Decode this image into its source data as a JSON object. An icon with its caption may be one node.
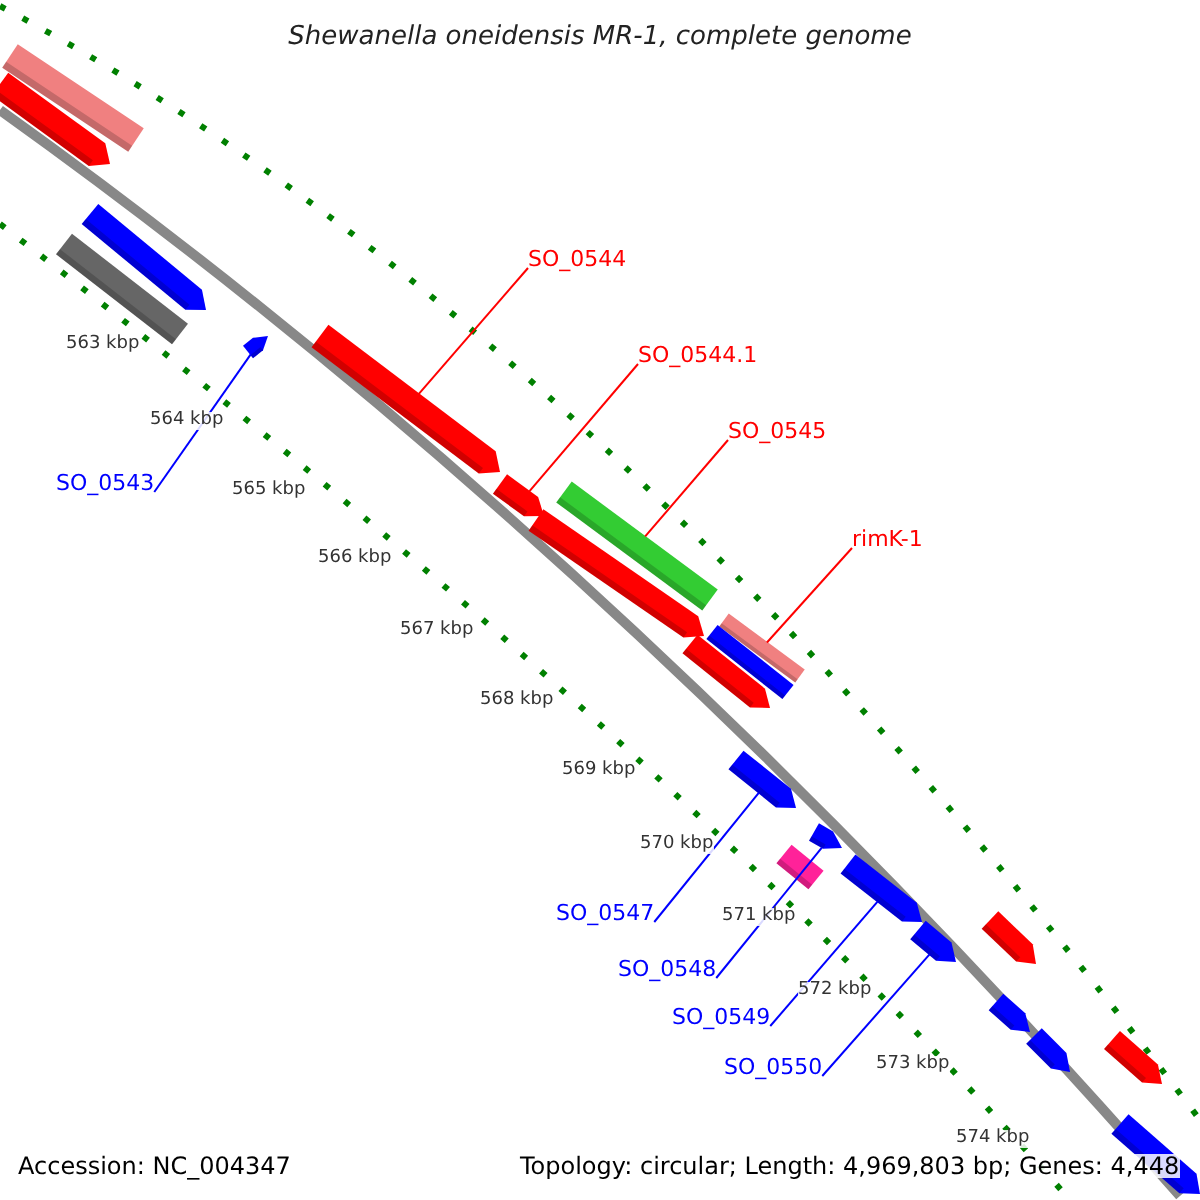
{
  "diagram": {
    "title": "Shewanella oneidensis MR-1, complete genome",
    "nodes": [
      {
        "text": [
          "SO_0544"
        ]
      },
      {
        "text": [
          "SO_0544.1"
        ]
      },
      {
        "text": [
          "SO_0545"
        ]
      },
      {
        "text": [
          "rimK-1"
        ]
      },
      {
        "text": [
          "SO_0543"
        ]
      },
      {
        "text": [
          "SO_0547"
        ]
      },
      {
        "text": [
          "SO_0548"
        ]
      },
      {
        "text": [
          "SO_0549"
        ]
      },
      {
        "text": [
          "SO_0550"
        ]
      },
      {
        "text": [],
        "shape": "bar"
      },
      {
        "text": [],
        "shape": "arrow"
      },
      {
        "text": [],
        "shape": "arrow"
      },
      {
        "text": [],
        "shape": "bar"
      },
      {
        "text": [],
        "shape": "arrow"
      },
      {
        "text": [],
        "shape": "arrow"
      },
      {
        "text": [],
        "shape": "arrow"
      },
      {
        "text": [],
        "shape": "bar"
      },
      {
        "text": [],
        "shape": "arrow"
      },
      {
        "text": [],
        "shape": "bar"
      },
      {
        "text": [],
        "shape": "bar"
      },
      {
        "text": [],
        "shape": "arrow"
      },
      {
        "text": [],
        "shape": "arrow"
      },
      {
        "text": [],
        "shape": "arrow"
      },
      {
        "text": [],
        "shape": "bar"
      },
      {
        "text": [],
        "shape": "arrow"
      },
      {
        "text": [],
        "shape": "arrow"
      },
      {
        "text": [],
        "shape": "arrow"
      },
      {
        "text": [],
        "shape": "arrow"
      },
      {
        "text": [],
        "shape": "arrow"
      },
      {
        "text": [],
        "shape": "arrow"
      },
      {
        "text": [],
        "shape": "arrow"
      }
    ],
    "edges": [
      {
        "from": 0,
        "to": 14,
        "arrow": "none",
        "color": "#ff0000"
      },
      {
        "from": 1,
        "to": 15,
        "arrow": "none",
        "color": "#ff0000"
      },
      {
        "from": 2,
        "to": 16,
        "arrow": "none",
        "color": "#ff0000"
      },
      {
        "from": 3,
        "to": 18,
        "arrow": "none",
        "color": "#ff0000"
      },
      {
        "from": 4,
        "to": 13,
        "arrow": "none",
        "color": "#0000ff"
      },
      {
        "from": 5,
        "to": 21,
        "arrow": "none",
        "color": "#0000ff"
      },
      {
        "from": 6,
        "to": 22,
        "arrow": "none",
        "color": "#0000ff"
      },
      {
        "from": 7,
        "to": 24,
        "arrow": "none",
        "color": "#0000ff"
      },
      {
        "from": 8,
        "to": 25,
        "arrow": "none",
        "color": "#0000ff"
      }
    ],
    "labels": [
      "563 kbp",
      "564 kbp",
      "565 kbp",
      "566 kbp",
      "567 kbp",
      "568 kbp",
      "569 kbp",
      "570 kbp",
      "571 kbp",
      "572 kbp",
      "573 kbp",
      "574 kbp",
      "Accession: NC_004347",
      "Topology: circular; Length: 4,969,803 bp; Genes: 4,448"
    ]
  }
}
